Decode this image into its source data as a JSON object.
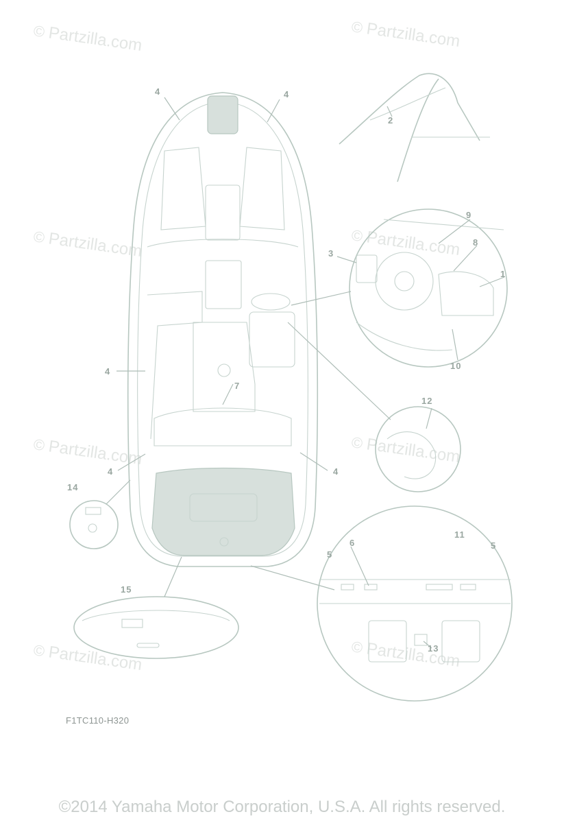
{
  "watermark": {
    "text": "Partzilla.com",
    "symbol": "©"
  },
  "callouts": {
    "c1": "1",
    "c2": "2",
    "c3": "3",
    "c4a": "4",
    "c4b": "4",
    "c4c": "4",
    "c4d": "4",
    "c4e": "4",
    "c5a": "5",
    "c5b": "5",
    "c6": "6",
    "c7": "7",
    "c8": "8",
    "c9": "9",
    "c10": "10",
    "c11": "11",
    "c12": "12",
    "c13": "13",
    "c14": "14",
    "c15": "15"
  },
  "figure_code": "F1TC110-H320",
  "copyright": "©2014 Yamaha Motor Corporation, U.S.A. All rights reserved.",
  "colors": {
    "line": "#b7c7c0",
    "callout": "#9aa7a1",
    "watermark": "#e3e6e4"
  }
}
